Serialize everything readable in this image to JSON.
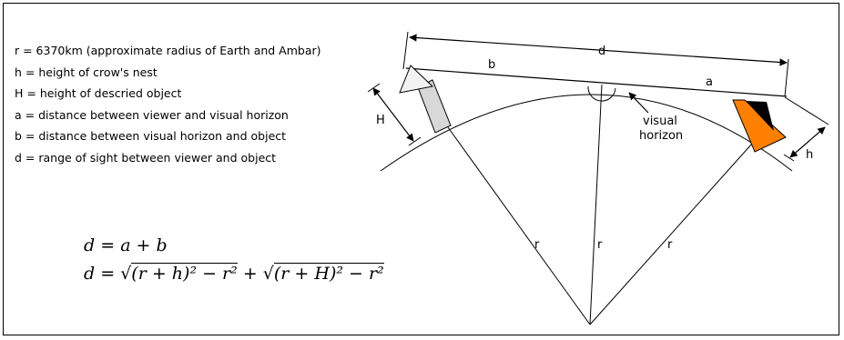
{
  "legend": {
    "r": "r = 6370km (approximate radius of Earth and Ambar)",
    "h": "h = height of crow's nest",
    "H": "H = height of descried object",
    "a": "a = distance between viewer and visual horizon",
    "b": "b = distance between visual horizon and object",
    "d": "d = range of sight between viewer and object"
  },
  "formulas": {
    "sum_lhs": "d",
    "sum_eq": "=",
    "sum_rhs": "a + b",
    "root_lhs": "d",
    "root_eq": "=",
    "root_term1": "(r + h)² − r²",
    "root_plus": "+",
    "root_term2": "(r + H)² − r²"
  },
  "diagram": {
    "label_d": "d",
    "label_b": "b",
    "label_a": "a",
    "label_H": "H",
    "label_h": "h",
    "label_r_left": "r",
    "label_r_center": "r",
    "label_r_right": "r",
    "label_visual": "visual",
    "label_horizon": "horizon"
  },
  "colors": {
    "ship": "#ff7f00",
    "object_arrow": "#d8d8d8",
    "object_arrow_head": "#f2f2f2"
  }
}
